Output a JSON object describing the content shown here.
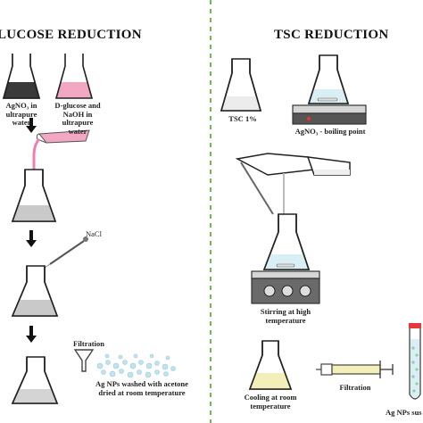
{
  "left_panel": {
    "title": "LUCOSE REDUCTION",
    "labels": {
      "agno3": "AgNO₃ in\nultrapure\nwater",
      "glucose": "D-glucose and\nNaOH in\nultrapure\nwater",
      "nacl": "NaCl",
      "filtration": "Filtration",
      "washed": "Ag NPs washed with acetone\ndried at room temperature"
    }
  },
  "right_panel": {
    "title": "TSC REDUCTION",
    "labels": {
      "tsc": "TSC 1%",
      "boiling": "AgNO₃ - boiling point",
      "stirring": "Stirring at high\ntemperature",
      "cooling": "Cooling at room\ntemperature",
      "filtration": "Filtration",
      "suspension": "Ag NPs sus"
    }
  },
  "colors": {
    "divider": "#6abf4b",
    "dark_solution": "#3a3a3a",
    "pink_solution": "#f2a7c3",
    "pink_stream": "#f07fb0",
    "grey_solution": "#c9c9c9",
    "light_blue_solution": "#d9eef5",
    "yellow_solution": "#f3efb8",
    "nanoparticle": "#bfe3ef"
  }
}
